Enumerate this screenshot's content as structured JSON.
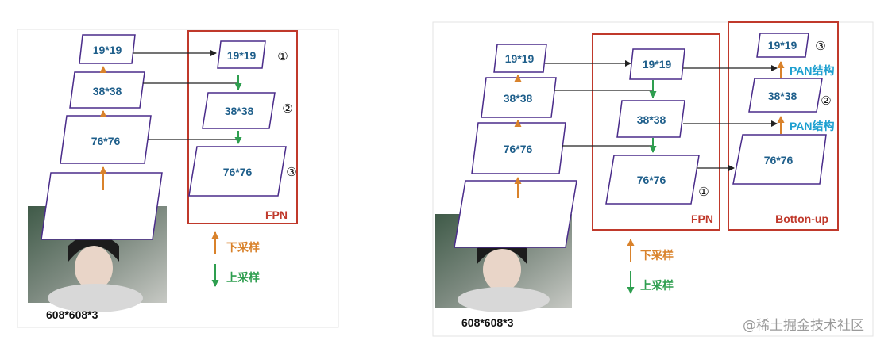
{
  "colors": {
    "panel_border": "#c0392b",
    "layer_border": "#4a2c8a",
    "layer_text": "#1f5f8b",
    "downsample_arrow": "#d9822b",
    "upsample_arrow": "#2e9e4f",
    "pan_label": "#1fa0d0",
    "label_red": "#c0392b"
  },
  "left_diagram": {
    "backbone_layers": [
      "19*19",
      "38*38",
      "76*76"
    ],
    "fpn_layers": [
      "19*19",
      "38*38",
      "76*76"
    ],
    "fpn_markers": [
      "①",
      "②",
      "③"
    ],
    "fpn_label": "FPN",
    "legend": {
      "down_label": "下采样",
      "up_label": "上采样"
    },
    "input_label": "608*608*3"
  },
  "right_diagram": {
    "backbone_layers": [
      "19*19",
      "38*38",
      "76*76"
    ],
    "fpn_layers": [
      "19*19",
      "38*38",
      "76*76"
    ],
    "fpn_marker": "①",
    "fpn_label": "FPN",
    "pan_layers": [
      "19*19",
      "38*38",
      "76*76"
    ],
    "pan_markers": [
      "③",
      "②"
    ],
    "pan_struct_label": "PAN结构",
    "bottomup_label": "Botton-up",
    "legend": {
      "down_label": "下采样",
      "up_label": "上采样"
    },
    "input_label": "608*608*3"
  },
  "watermark": "@稀土掘金技术社区"
}
